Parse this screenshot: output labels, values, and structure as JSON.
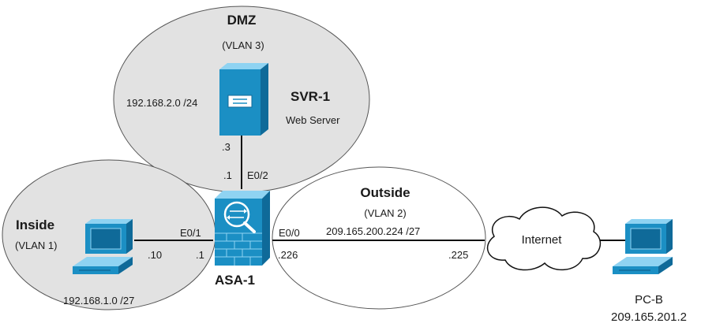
{
  "zones": {
    "dmz": {
      "name": "DMZ",
      "vlan": "(VLAN 3)",
      "subnet": "192.168.2.0 /24"
    },
    "inside": {
      "name": "Inside",
      "vlan": "(VLAN 1)",
      "subnet": "192.168.1.0 /27"
    },
    "outside": {
      "name": "Outside",
      "vlan": "(VLAN 2)",
      "subnet": "209.165.200.224 /27"
    }
  },
  "devices": {
    "server": {
      "name": "SVR-1",
      "role": "Web Server",
      "host_octet": ".3"
    },
    "firewall": {
      "name": "ASA-1"
    },
    "inside_pc": {
      "host_octet": ".10"
    },
    "pc_b": {
      "name": "PC-B",
      "ip": "209.165.201.2"
    },
    "cloud": {
      "name": "Internet"
    }
  },
  "interfaces": {
    "dmz": {
      "name": "E0/2",
      "host_octet": ".1"
    },
    "inside": {
      "name": "E0/1",
      "host_octet": ".1"
    },
    "outside": {
      "name": "E0/0",
      "host_octet": ".226"
    },
    "isp": {
      "host_octet": ".225"
    }
  },
  "colors": {
    "zone_fill": "#e2e2e2",
    "zone_stroke": "#555555",
    "cisco_blue": "#1b8fc4",
    "cisco_dark": "#0f6a99",
    "cisco_light": "#8fd3f2",
    "link": "#111111"
  }
}
